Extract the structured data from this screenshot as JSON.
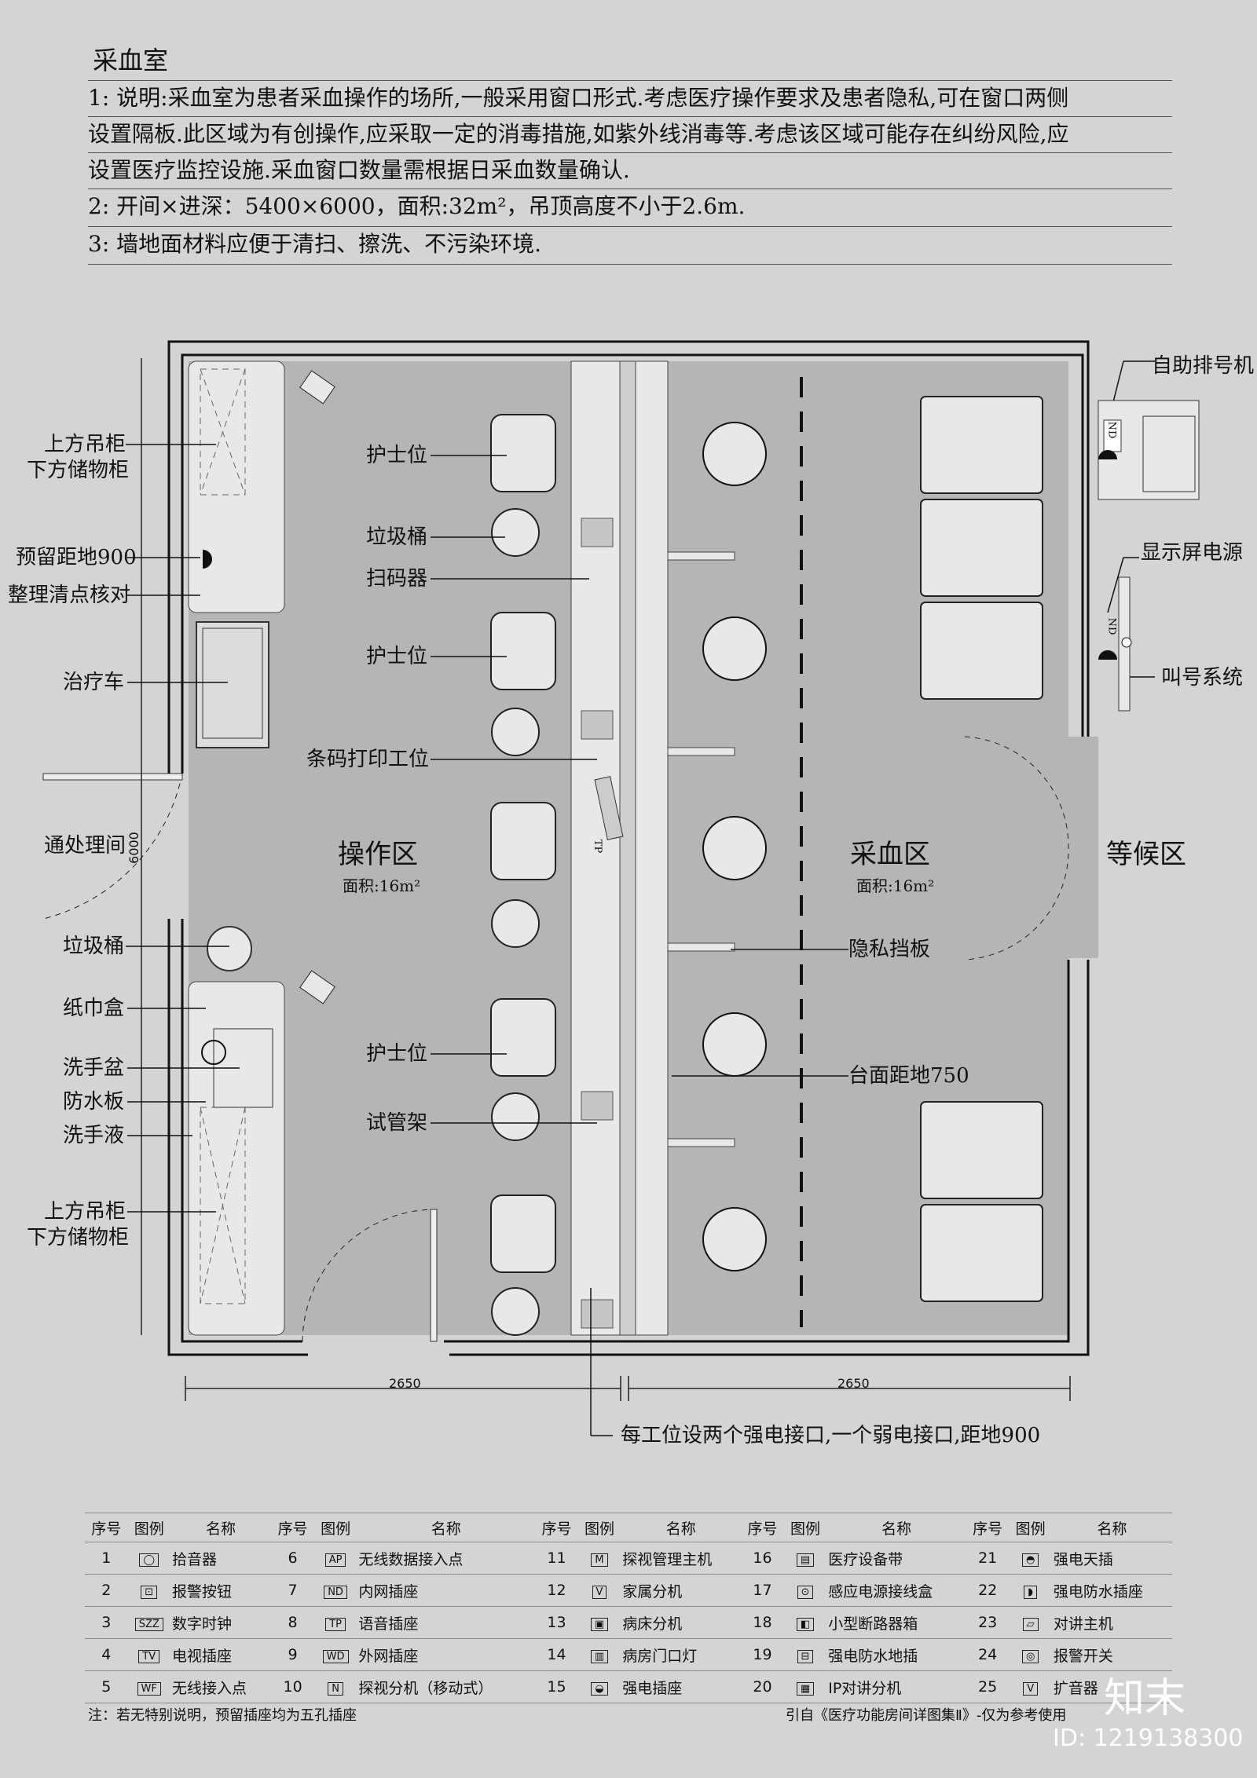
{
  "header": {
    "title": "采血室",
    "notes": [
      "1: 说明:采血室为患者采血操作的场所,一般采用窗口形式.考虑医疗操作要求及患者隐私,可在窗口两侧",
      "设置隔板.此区域为有创操作,应采取一定的消毒措施,如紫外线消毒等.考虑该区域可能存在纠纷风险,应",
      "设置医疗监控设施.采血窗口数量需根据日采血数量确认.",
      "2: 开间×进深：5400×6000，面积:32m²，吊顶高度不小于2.6m.",
      "3: 墙地面材料应便于清扫、擦洗、不污染环境."
    ]
  },
  "plan": {
    "zones": {
      "operation": "操作区",
      "operation_area": "面积:16m²",
      "sampling": "采血区",
      "sampling_area": "面积:16m²",
      "waiting": "等候区"
    },
    "left_labels": [
      {
        "text": "上方吊柜"
      },
      {
        "text": "下方储物柜"
      },
      {
        "text": "预留距地900"
      },
      {
        "text": "整理清点核对"
      },
      {
        "text": "治疗车"
      },
      {
        "text": "通处理间"
      },
      {
        "text": "垃圾桶"
      },
      {
        "text": "纸巾盒"
      },
      {
        "text": "洗手盆"
      },
      {
        "text": "防水板"
      },
      {
        "text": "洗手液"
      },
      {
        "text": "上方吊柜"
      },
      {
        "text": "下方储物柜"
      }
    ],
    "middle_labels": [
      "护士位",
      "垃圾桶",
      "扫码器",
      "护士位",
      "条码打印工位",
      "护士位",
      "试管架"
    ],
    "right_labels": [
      "隐私挡板",
      "台面距地750"
    ],
    "outside_labels": [
      "自助排号机",
      "显示屏电源",
      "叫号系统"
    ],
    "dimensions": {
      "left_width": "2650",
      "right_width": "2650",
      "depth": "6000"
    },
    "bottom_note": "每工位设两个强电接口,一个弱电接口,距地900",
    "socket_tag_nd": "ND",
    "socket_tag_tp": "TP"
  },
  "legend": {
    "headers": [
      "序号",
      "图例",
      "名称"
    ],
    "columns": [
      [
        {
          "no": "1",
          "sym": "◯",
          "name": "拾音器"
        },
        {
          "no": "2",
          "sym": "⊡",
          "name": "报警按钮"
        },
        {
          "no": "3",
          "sym": "SZZ",
          "name": "数字时钟"
        },
        {
          "no": "4",
          "sym": "TV",
          "name": "电视插座"
        },
        {
          "no": "5",
          "sym": "WF",
          "name": "无线接入点"
        }
      ],
      [
        {
          "no": "6",
          "sym": "AP",
          "name": "无线数据接入点"
        },
        {
          "no": "7",
          "sym": "ND",
          "name": "内网插座"
        },
        {
          "no": "8",
          "sym": "TP",
          "name": "语音插座"
        },
        {
          "no": "9",
          "sym": "WD",
          "name": "外网插座"
        },
        {
          "no": "10",
          "sym": "N",
          "name": "探视分机（移动式）"
        }
      ],
      [
        {
          "no": "11",
          "sym": "M",
          "name": "探视管理主机"
        },
        {
          "no": "12",
          "sym": "V",
          "name": "家属分机"
        },
        {
          "no": "13",
          "sym": "▣",
          "name": "病床分机"
        },
        {
          "no": "14",
          "sym": "▥",
          "name": "病房门口灯"
        },
        {
          "no": "15",
          "sym": "◒",
          "name": "强电插座"
        }
      ],
      [
        {
          "no": "16",
          "sym": "▤",
          "name": "医疗设备带"
        },
        {
          "no": "17",
          "sym": "⊙",
          "name": "感应电源接线盒"
        },
        {
          "no": "18",
          "sym": "◧",
          "name": "小型断路器箱"
        },
        {
          "no": "19",
          "sym": "⊟",
          "name": "强电防水地插"
        },
        {
          "no": "20",
          "sym": "▦",
          "name": "IP对讲分机"
        }
      ],
      [
        {
          "no": "21",
          "sym": "◓",
          "name": "强电天插"
        },
        {
          "no": "22",
          "sym": "◗",
          "name": "强电防水插座"
        },
        {
          "no": "23",
          "sym": "▱",
          "name": "对讲主机"
        },
        {
          "no": "24",
          "sym": "◎",
          "name": "报警开关"
        },
        {
          "no": "25",
          "sym": "V",
          "name": "扩音器"
        }
      ]
    ]
  },
  "footer": {
    "note": "注：若无特别说明，预留插座均为五孔插座",
    "source": "引自《医疗功能房间详图集Ⅱ》-仅为参考使用",
    "logo": "知末",
    "id": "ID: 1219138300"
  },
  "colors": {
    "background": "#d4d4d4",
    "floor": "#b5b5b5",
    "counter": "#e8e8e8",
    "wall": "#111111"
  }
}
